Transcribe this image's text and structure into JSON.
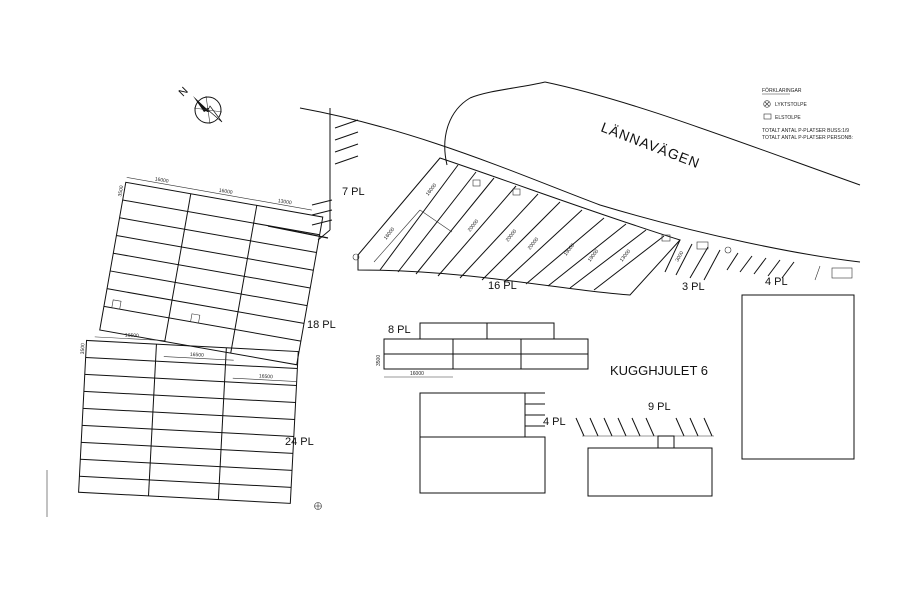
{
  "road": {
    "name": "LÄNNAVÄGEN"
  },
  "block": {
    "name": "KUGGHJULET 6"
  },
  "north": {
    "label": "N"
  },
  "legend": {
    "heading": "FÖRKLARINGAR",
    "items": [
      {
        "icon": "lamp-post-icon",
        "label": "LYKTSTOLPE"
      },
      {
        "icon": "power-post-icon",
        "label": "ELSTOLPE"
      }
    ],
    "totals": [
      "TOTALT ANTAL P-PLATSER BUSS:1/9",
      "TOTALT ANTAL P-PLATSER PERSONB:"
    ]
  },
  "parking_areas": [
    {
      "id": "pl-7",
      "label": "7 PL"
    },
    {
      "id": "pl-16",
      "label": "16 PL"
    },
    {
      "id": "pl-3",
      "label": "3 PL"
    },
    {
      "id": "pl-4a",
      "label": "4 PL"
    },
    {
      "id": "pl-18",
      "label": "18 PL"
    },
    {
      "id": "pl-8",
      "label": "8 PL"
    },
    {
      "id": "pl-24",
      "label": "24 PL"
    },
    {
      "id": "pl-4b",
      "label": "4 PL"
    },
    {
      "id": "pl-9",
      "label": "9 PL"
    }
  ],
  "dimensions": {
    "d16000": "16000",
    "d13000": "13000",
    "d16500": "16500",
    "d3000": "3000",
    "d3500": "3500",
    "d20000": "20000",
    "d19000": "19000"
  }
}
